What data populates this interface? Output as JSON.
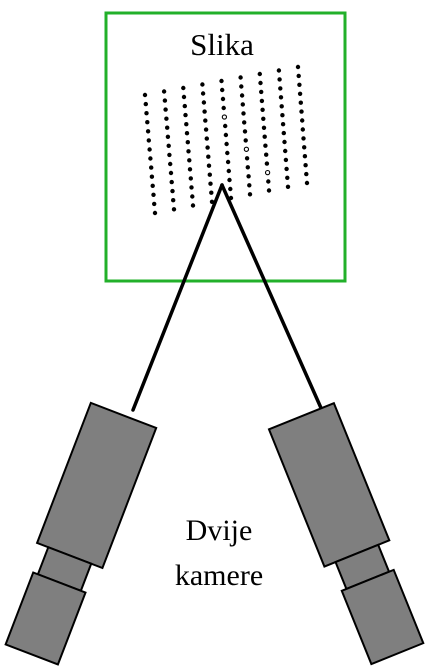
{
  "image_label": "Slika",
  "cameras_label_line1": "Dvije",
  "cameras_label_line2": "kamere",
  "colors": {
    "frame_border": "#22b02a",
    "camera_body": "#7f7f7f",
    "camera_outline": "#000000",
    "sight_line": "#000000",
    "dots": "#000000",
    "background": "#ffffff"
  },
  "calibration_grid": {
    "columns": 9,
    "rows": 14,
    "hollow_markers": 3
  }
}
